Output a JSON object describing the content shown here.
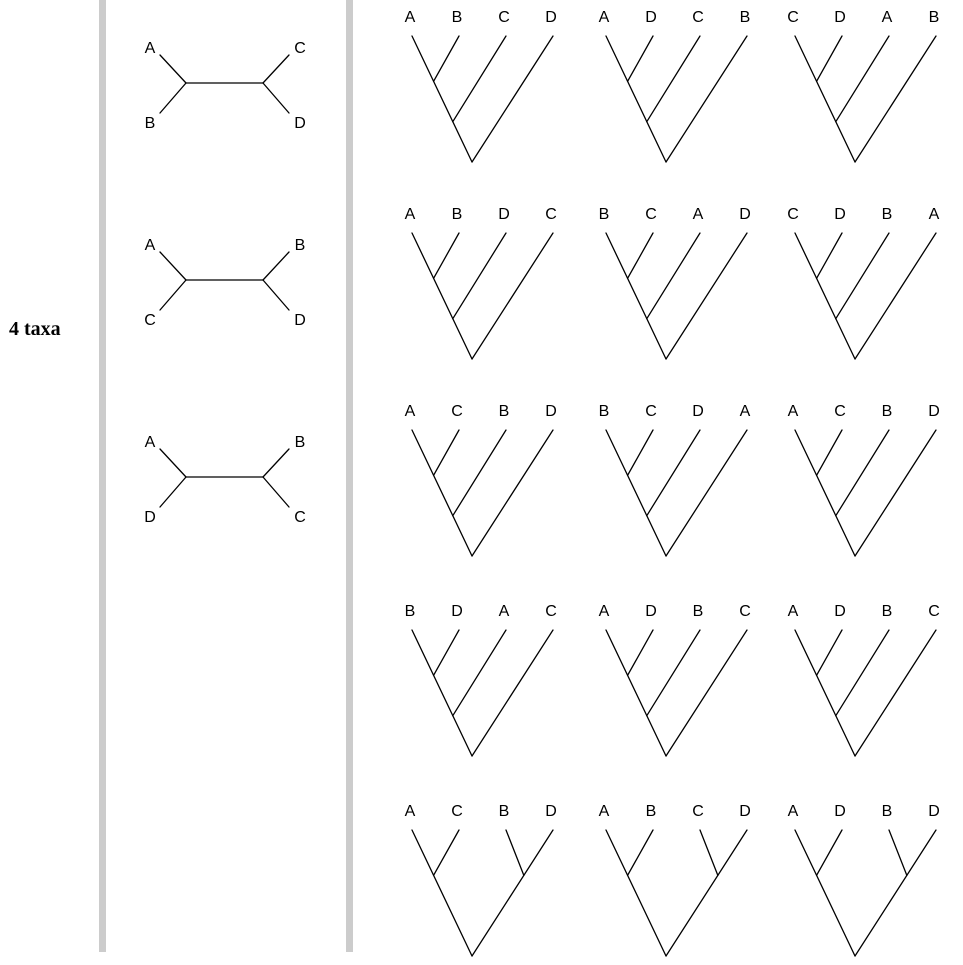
{
  "title": "4 taxa",
  "colors": {
    "divider": "#cccccc",
    "line": "#000000"
  },
  "unrooted_trees": [
    {
      "left": [
        "A",
        "B"
      ],
      "right": [
        "C",
        "D"
      ]
    },
    {
      "left": [
        "A",
        "C"
      ],
      "right": [
        "B",
        "D"
      ]
    },
    {
      "left": [
        "A",
        "D"
      ],
      "right": [
        "B",
        "C"
      ]
    }
  ],
  "rooted_trees": [
    {
      "topology": "caterpillar",
      "leaves": [
        "A",
        "B",
        "C",
        "D"
      ]
    },
    {
      "topology": "caterpillar",
      "leaves": [
        "A",
        "D",
        "C",
        "B"
      ]
    },
    {
      "topology": "caterpillar",
      "leaves": [
        "C",
        "D",
        "A",
        "B"
      ]
    },
    {
      "topology": "caterpillar",
      "leaves": [
        "A",
        "B",
        "D",
        "C"
      ]
    },
    {
      "topology": "caterpillar",
      "leaves": [
        "B",
        "C",
        "A",
        "D"
      ]
    },
    {
      "topology": "caterpillar",
      "leaves": [
        "C",
        "D",
        "B",
        "A"
      ]
    },
    {
      "topology": "caterpillar",
      "leaves": [
        "A",
        "C",
        "B",
        "D"
      ]
    },
    {
      "topology": "caterpillar",
      "leaves": [
        "B",
        "C",
        "D",
        "A"
      ]
    },
    {
      "topology": "caterpillar",
      "leaves": [
        "A",
        "C",
        "B",
        "D"
      ]
    },
    {
      "topology": "caterpillar",
      "leaves": [
        "B",
        "D",
        "A",
        "C"
      ]
    },
    {
      "topology": "caterpillar",
      "leaves": [
        "A",
        "D",
        "B",
        "C"
      ]
    },
    {
      "topology": "caterpillar",
      "leaves": [
        "A",
        "D",
        "B",
        "C"
      ]
    },
    {
      "topology": "balanced",
      "leaves": [
        "A",
        "C",
        "B",
        "D"
      ]
    },
    {
      "topology": "balanced",
      "leaves": [
        "A",
        "B",
        "C",
        "D"
      ]
    },
    {
      "topology": "balanced",
      "leaves": [
        "A",
        "D",
        "B",
        "D"
      ]
    }
  ]
}
